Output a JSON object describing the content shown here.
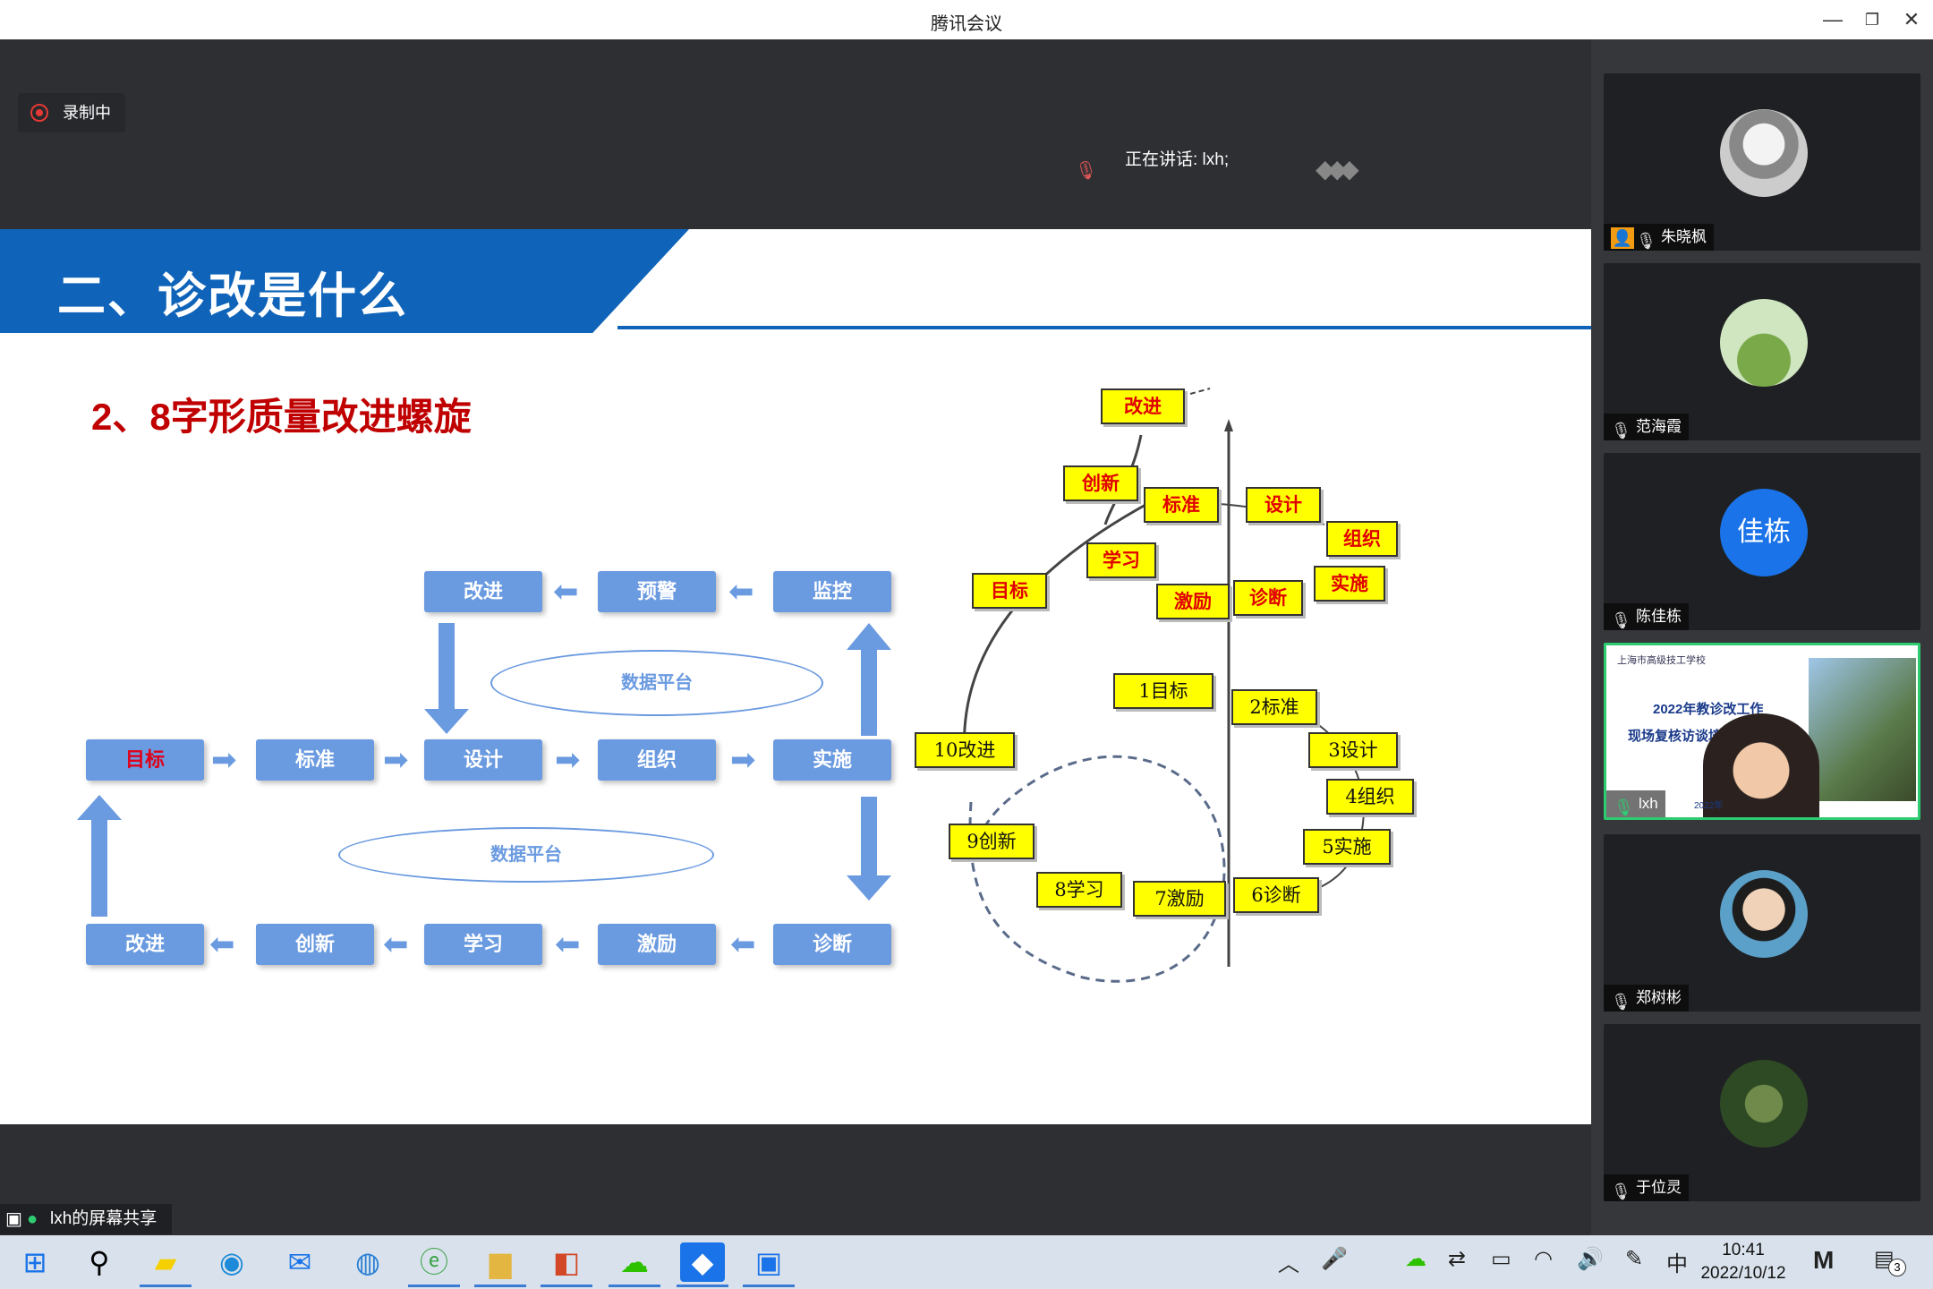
{
  "window": {
    "title": "腾讯会议",
    "controls": [
      "—",
      "❐",
      "✕"
    ]
  },
  "meeting": {
    "recording_label": "录制中",
    "speaking_label": "正在讲话: lxh;"
  },
  "slide": {
    "banner_title": "二、诊改是什么",
    "subtitle": "2、8字形质量改进螺旋",
    "flow": {
      "top_row": [
        "改进",
        "预警",
        "监控"
      ],
      "middle_row": [
        "目标",
        "标准",
        "设计",
        "组织",
        "实施"
      ],
      "bottom_row": [
        "改进",
        "创新",
        "学习",
        "激励",
        "诊断"
      ],
      "platform_top": "数据平台",
      "platform_bottom": "数据平台"
    },
    "spiral": {
      "upper": [
        "改进",
        "创新",
        "标准",
        "设计",
        "组织",
        "学习",
        "目标",
        "激励",
        "诊断",
        "实施"
      ],
      "lower": [
        "1目标",
        "2标准",
        "3设计",
        "4组织",
        "5实施",
        "6诊断",
        "7激励",
        "8学习",
        "9创新",
        "10改进"
      ]
    }
  },
  "toolbar_icons": [
    "menu-icon",
    "back-icon",
    "play-icon",
    "pen-icon",
    "screenshot-icon",
    "camera-icon",
    "comment-icon",
    "more-icon"
  ],
  "participants": [
    {
      "name": "朱晓枫",
      "host": true
    },
    {
      "name": "范海霞"
    },
    {
      "name": "陈佳栋",
      "avatar_text": "佳栋",
      "avatar_color": "#1a73e8"
    },
    {
      "name": "lxh",
      "sharing": true,
      "thumb_line1": "2022年教诊改工作",
      "thumb_line2": "现场复核访谈培",
      "thumb_small": "上海市高级技工学校",
      "thumb_year": "2022年"
    },
    {
      "name": "郑树彬"
    },
    {
      "name": "于位灵"
    }
  ],
  "screen_share_label": "lxh的屏幕共享",
  "taskbar": {
    "ime": "中",
    "time": "10:41",
    "date": "2022/10/12",
    "notification_count": "3"
  },
  "colors": {
    "slide_blue": "#0f64b9",
    "flow_box": "#6a9ae0",
    "spiral_box": "#ffff00",
    "accent_red": "#c00000",
    "active_speaker": "#2ecc71"
  }
}
